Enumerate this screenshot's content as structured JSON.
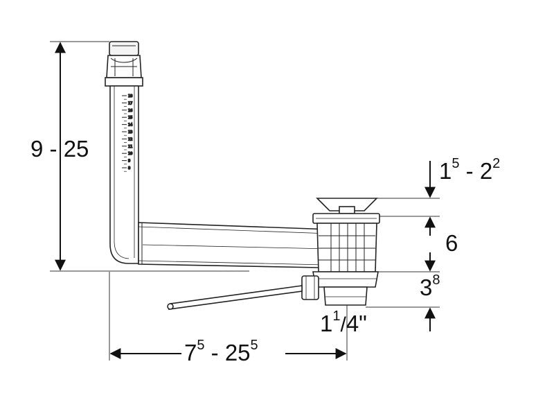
{
  "dimensions": {
    "height_range": {
      "from": "9",
      "sep": " - ",
      "to": "25"
    },
    "plug_range": {
      "from_base": "1",
      "from_sup": "5",
      "sep": " - ",
      "to_base": "2",
      "to_sup": "2"
    },
    "body_height": "6",
    "outlet_height": {
      "base": "3",
      "sup": "8"
    },
    "thread": {
      "whole": "1",
      "num": "1",
      "den": "4\""
    },
    "width_range": {
      "from_base": "7",
      "from_sup": "5",
      "sep": " - ",
      "to_base": "25",
      "to_sup": "5"
    }
  },
  "scale_marks": [
    "18",
    "17",
    "16",
    "15",
    "14",
    "13",
    "12",
    "11",
    "10",
    "9",
    "8"
  ]
}
